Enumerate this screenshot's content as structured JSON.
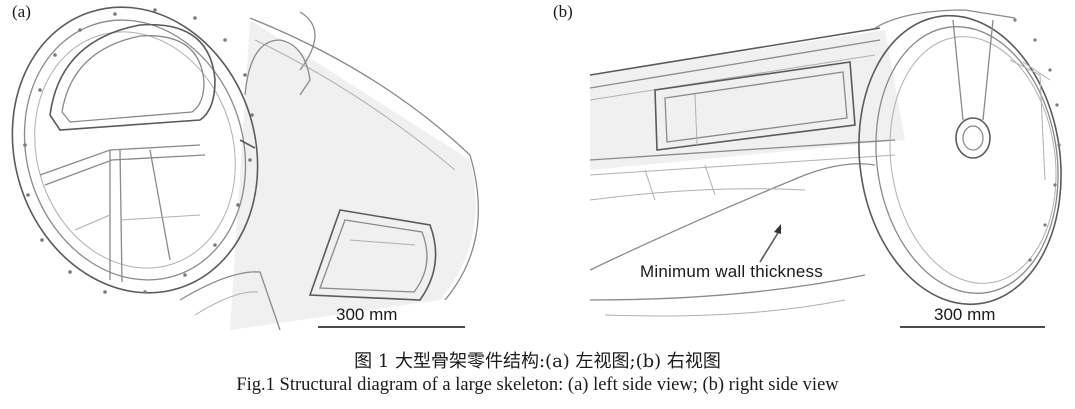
{
  "panels": [
    {
      "label": "(a)",
      "scale_label": "300 mm"
    },
    {
      "label": "(b)",
      "scale_label": "300 mm",
      "annotation": "Minimum wall thickness"
    }
  ],
  "caption": {
    "zh": "图 1  大型骨架零件结构:(a) 左视图;(b) 右视图",
    "en": "Fig.1  Structural diagram of a large skeleton: (a) left side view; (b) right side view"
  }
}
